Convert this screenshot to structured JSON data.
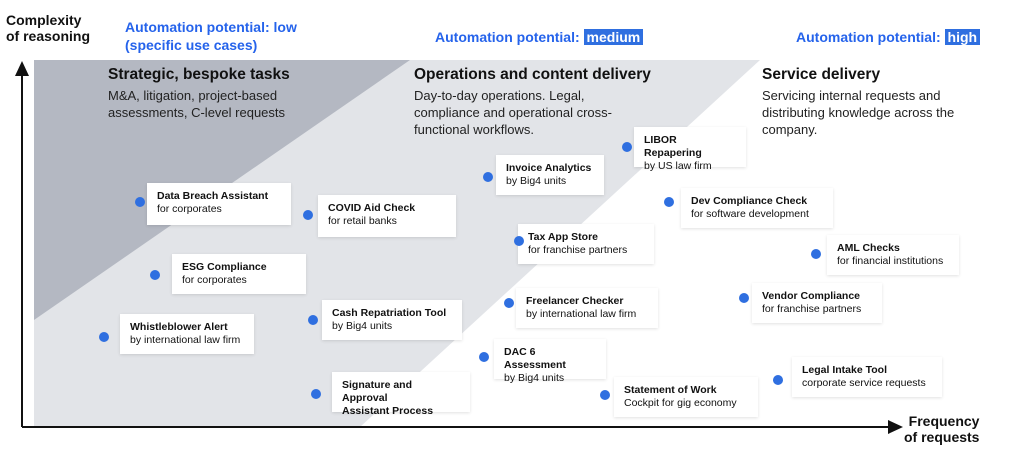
{
  "axes": {
    "y_label_line1": "Complexity",
    "y_label_line2": "of reasoning",
    "x_label_line1": "Frequency",
    "x_label_line2": "of requests"
  },
  "automation": {
    "low_line1": "Automation potential: low",
    "low_line2": "(specific use cases)",
    "medium_prefix": "Automation potential:",
    "medium_highlight": "medium",
    "high_prefix": "Automation potential:",
    "high_highlight": "high"
  },
  "zones": [
    {
      "title": "Strategic, bespoke tasks",
      "description": "M&A, litigation, project-based\nassessments, C-level requests"
    },
    {
      "title": "Operations and content delivery",
      "description": "Day-to-day operations. Legal,\ncompliance and operational cross-\nfunctional workflows."
    },
    {
      "title": "Service delivery",
      "description": "Servicing internal requests and\ndistributing knowledge across the\ncompany."
    }
  ],
  "use_cases": [
    {
      "name": "Data Breach Assistant",
      "subtitle": "for corporates"
    },
    {
      "name": "COVID Aid Check",
      "subtitle": "for retail banks"
    },
    {
      "name": "ESG Compliance",
      "subtitle": "for corporates"
    },
    {
      "name": "Whistleblower Alert",
      "subtitle": "by international law firm"
    },
    {
      "name": "Cash Repatriation Tool",
      "subtitle": "by Big4 units"
    },
    {
      "name": "Signature and Approval",
      "subtitle": "Assistant Process"
    },
    {
      "name": "Invoice Analytics",
      "subtitle": "by Big4 units"
    },
    {
      "name": "LIBOR Repapering",
      "subtitle": "by US law firm"
    },
    {
      "name": "Tax App Store",
      "subtitle": "for franchise partners"
    },
    {
      "name": "Dev Compliance Check",
      "subtitle": "for software development"
    },
    {
      "name": "Freelancer Checker",
      "subtitle": "by international law firm"
    },
    {
      "name": "DAC 6 Assessment",
      "subtitle": "by Big4 units"
    },
    {
      "name": "Statement of Work",
      "subtitle": "Cockpit for gig economy"
    },
    {
      "name": "AML Checks",
      "subtitle": "for financial institutions"
    },
    {
      "name": "Vendor Compliance",
      "subtitle": "for franchise partners"
    },
    {
      "name": "Legal Intake Tool",
      "subtitle": "corporate service requests"
    }
  ],
  "colors": {
    "accent": "#2f6fe0",
    "automation_text": "#2563eb",
    "zone_dark": "#b4b8c2",
    "zone_light": "#e2e4e8",
    "axis": "#111111"
  }
}
